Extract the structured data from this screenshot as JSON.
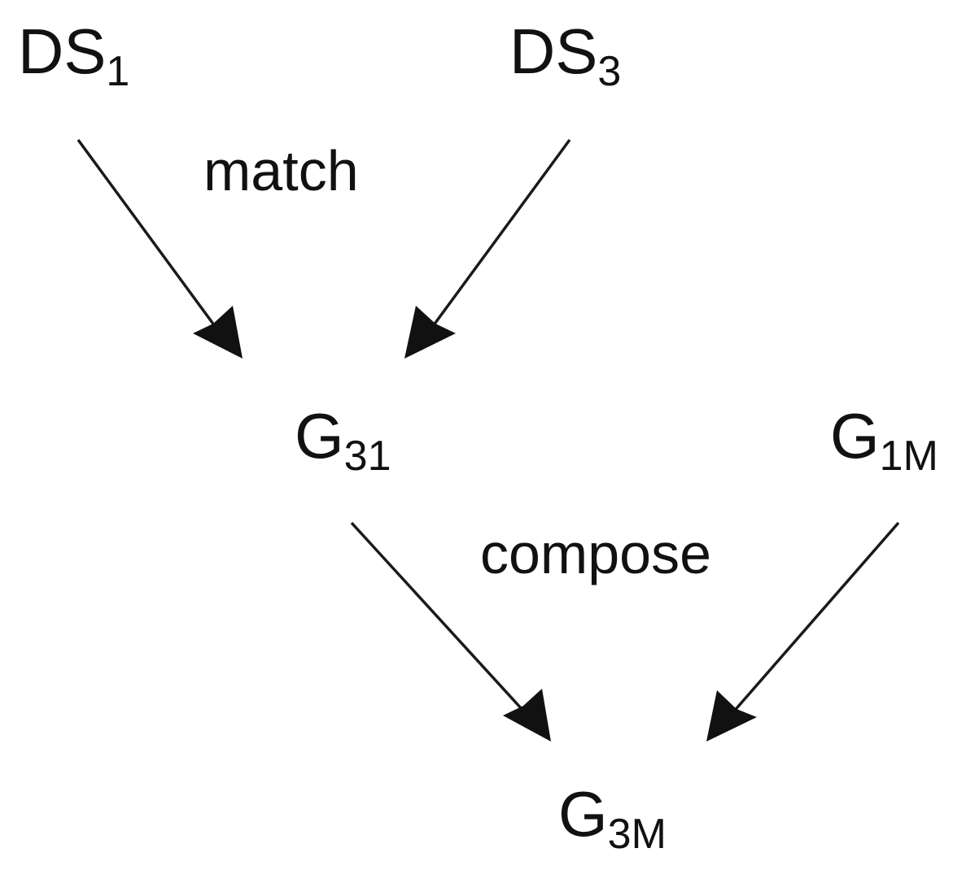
{
  "nodes": {
    "ds1": {
      "main": "DS",
      "sub": "1"
    },
    "ds3": {
      "main": "DS",
      "sub": "3"
    },
    "g31": {
      "main": "G",
      "sub": "31"
    },
    "g1m": {
      "main": "G",
      "sub": "1M"
    },
    "g3m": {
      "main": "G",
      "sub": "3M"
    }
  },
  "edge_labels": {
    "match": "match",
    "compose": "compose"
  },
  "edges": [
    {
      "from": "ds1",
      "to": "g31"
    },
    {
      "from": "ds3",
      "to": "g31"
    },
    {
      "from": "g31",
      "to": "g3m"
    },
    {
      "from": "g1m",
      "to": "g3m"
    }
  ],
  "colors": {
    "ink": "#111111",
    "background": "#ffffff"
  }
}
